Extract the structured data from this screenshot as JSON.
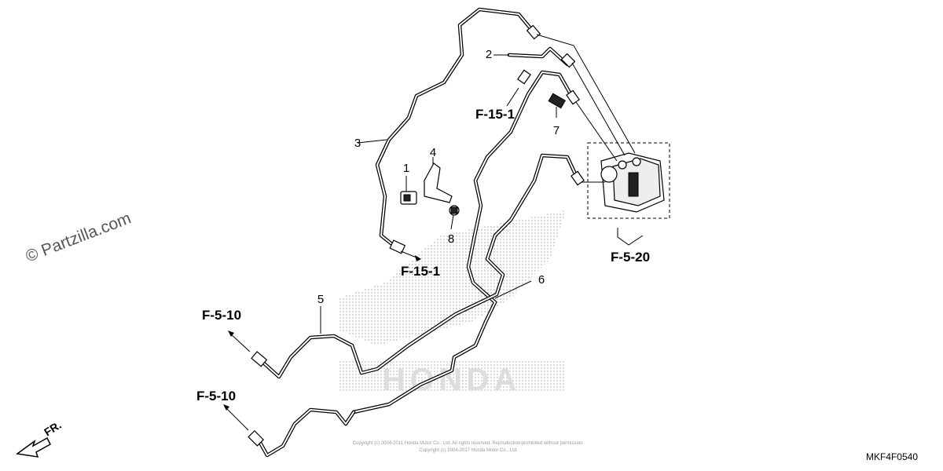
{
  "watermark": "© Partzilla.com",
  "diagram_code": "MKF4F0540",
  "direction_label": "FR.",
  "part_numbers": [
    "1",
    "2",
    "3",
    "4",
    "5",
    "6",
    "7",
    "8"
  ],
  "refs": {
    "f_15_1_top": "F-15-1",
    "f_15_1_mid": "F-15-1",
    "f_5_10_top": "F-5-10",
    "f_5_10_bottom": "F-5-10",
    "f_5_20": "F-5-20"
  },
  "brand_mark": "HONDA",
  "copyright_line_1": "Copyright (c) 2004-2011 Honda Motor Co., Ltd. All rights reserved. Reproduction prohibited without permission.",
  "copyright_line_2": "Copyright (c) 2004-2017 Honda Motor Co., Ltd."
}
